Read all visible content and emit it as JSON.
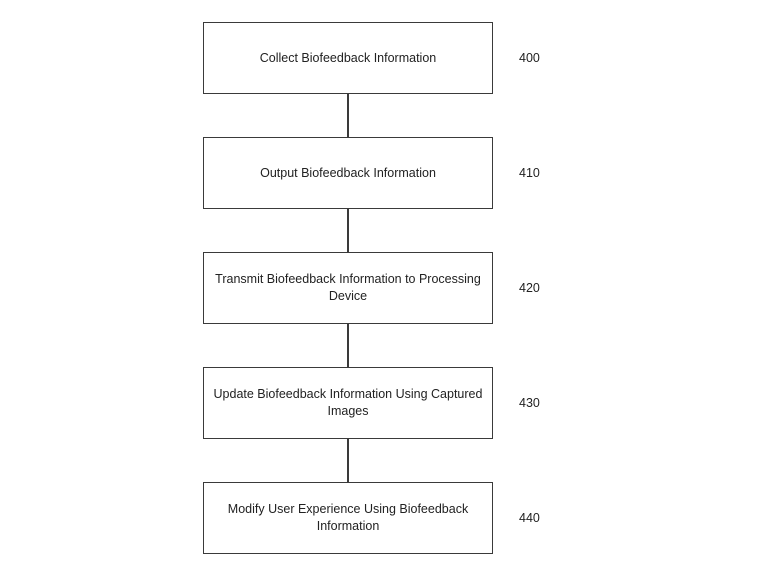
{
  "flowchart": {
    "steps": [
      {
        "label": "Collect Biofeedback Information",
        "ref": "400"
      },
      {
        "label": "Output Biofeedback Information",
        "ref": "410"
      },
      {
        "label": "Transmit Biofeedback Information to Processing Device",
        "ref": "420"
      },
      {
        "label": "Update Biofeedback Information Using Captured Images",
        "ref": "430"
      },
      {
        "label": "Modify User Experience Using Biofeedback Information",
        "ref": "440"
      }
    ]
  }
}
